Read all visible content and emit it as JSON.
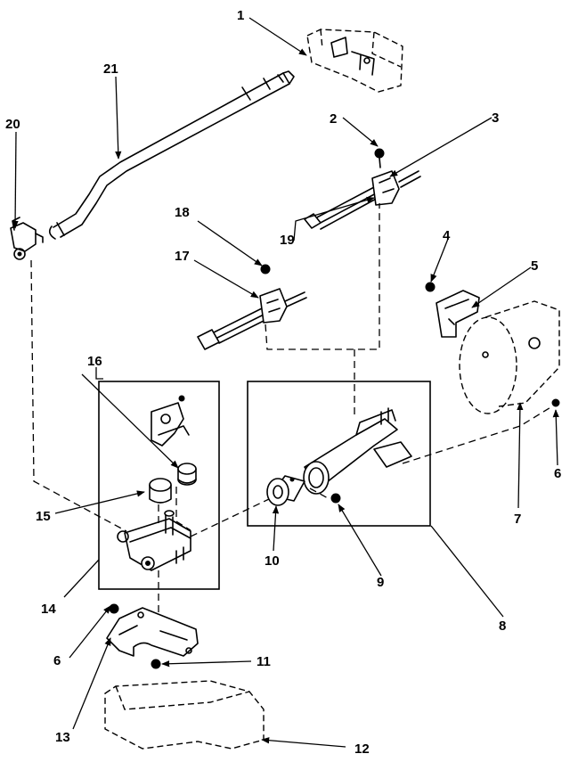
{
  "callouts": {
    "c1": "1",
    "c2": "2",
    "c3": "3",
    "c4": "4",
    "c5": "5",
    "c6a": "6",
    "c6b": "6",
    "c7": "7",
    "c8": "8",
    "c9": "9",
    "c10": "10",
    "c11": "11",
    "c12": "12",
    "c13": "13",
    "c14": "14",
    "c15": "15",
    "c16": "16",
    "c17": "17",
    "c18": "18",
    "c19": "19",
    "c20": "20",
    "c21": "21"
  },
  "colors": {
    "ink": "#000000",
    "paper": "#ffffff"
  }
}
